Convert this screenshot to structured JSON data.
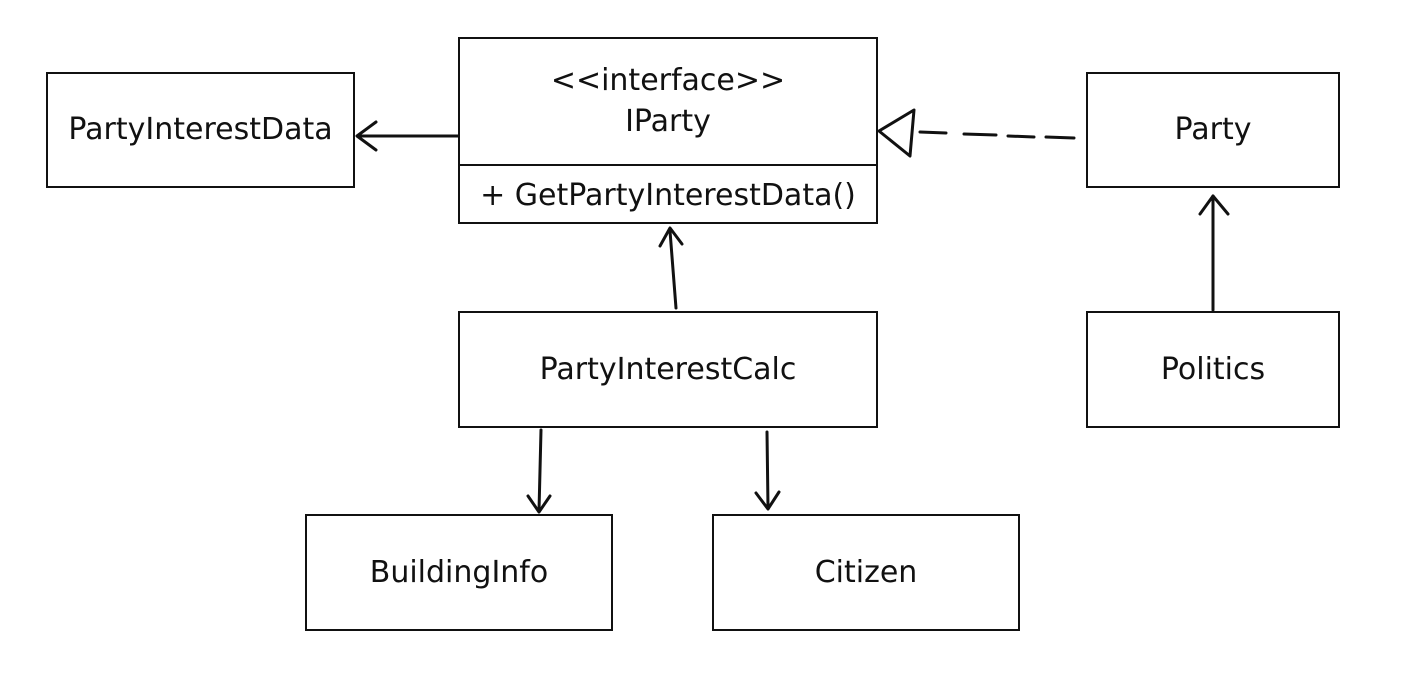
{
  "diagram": {
    "classes": {
      "party_interest_data": "PartyInterestData",
      "party": "Party",
      "politics": "Politics",
      "party_interest_calc": "PartyInterestCalc",
      "building_info": "BuildingInfo",
      "citizen": "Citizen"
    },
    "interface": {
      "stereotype": "<<interface>>",
      "name": "IParty",
      "method": "+ GetPartyInterestData()"
    }
  }
}
